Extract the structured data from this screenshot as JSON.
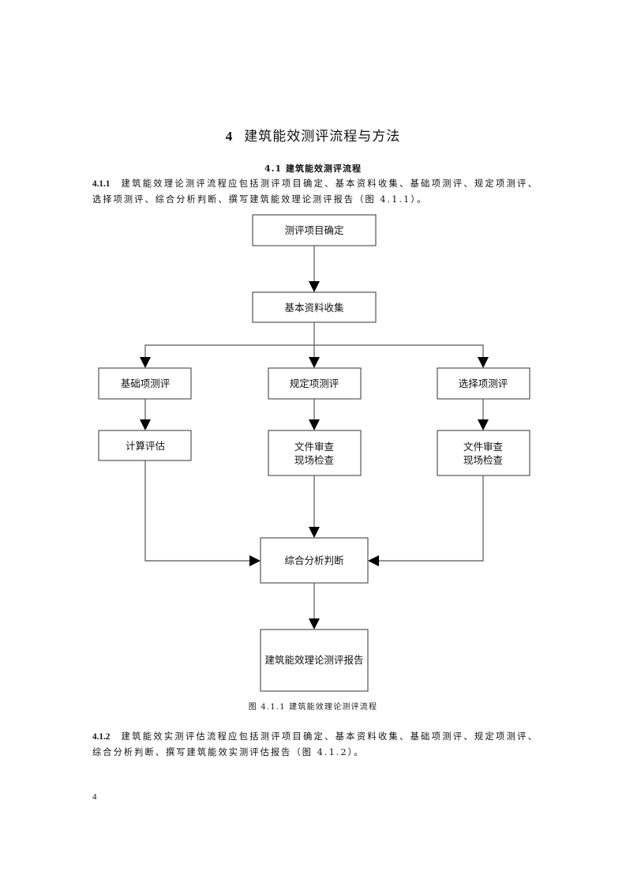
{
  "chapter": {
    "number": "4",
    "title": "建筑能效测评流程与方法"
  },
  "section": {
    "title": "4.1 建筑能效测评流程"
  },
  "clauses": [
    {
      "id": "4.1.1",
      "text": "建筑能效理论测评流程应包括测评项目确定、基本资料收集、基础项测评、规定项测评、选择项测评、综合分析判断、撰写建筑能效理论测评报告（图 4.1.1）。"
    },
    {
      "id": "4.1.2",
      "text": "建筑能效实测评估流程应包括测评项目确定、基本资料收集、基础项测评、规定项测评、综合分析判断、撰写建筑能效实测评估报告（图 4.1.2）。"
    }
  ],
  "flowchart": {
    "nodes": {
      "project": {
        "lines": [
          "测评项目确定"
        ]
      },
      "collect": {
        "lines": [
          "基本资料收集"
        ]
      },
      "basic": {
        "lines": [
          "基础项测评"
        ]
      },
      "required": {
        "lines": [
          "规定项测评"
        ]
      },
      "optional": {
        "lines": [
          "选择项测评"
        ]
      },
      "calc": {
        "lines": [
          "计算评估"
        ]
      },
      "doc_req": {
        "lines": [
          "文件审查",
          "现场检查"
        ]
      },
      "doc_opt": {
        "lines": [
          "文件审查",
          "现场检查"
        ]
      },
      "analysis": {
        "lines": [
          "综合分析判断"
        ]
      },
      "report": {
        "lines": [
          "建筑能效理论测评报告"
        ]
      }
    },
    "edges": [
      [
        "project",
        "collect"
      ],
      [
        "collect",
        "basic"
      ],
      [
        "collect",
        "required"
      ],
      [
        "collect",
        "optional"
      ],
      [
        "basic",
        "calc"
      ],
      [
        "required",
        "doc_req"
      ],
      [
        "optional",
        "doc_opt"
      ],
      [
        "calc",
        "analysis"
      ],
      [
        "doc_req",
        "analysis"
      ],
      [
        "doc_opt",
        "analysis"
      ],
      [
        "analysis",
        "report"
      ]
    ]
  },
  "figure_caption": "图 4.1.1  建筑能效理论测评流程",
  "page_number": "4"
}
